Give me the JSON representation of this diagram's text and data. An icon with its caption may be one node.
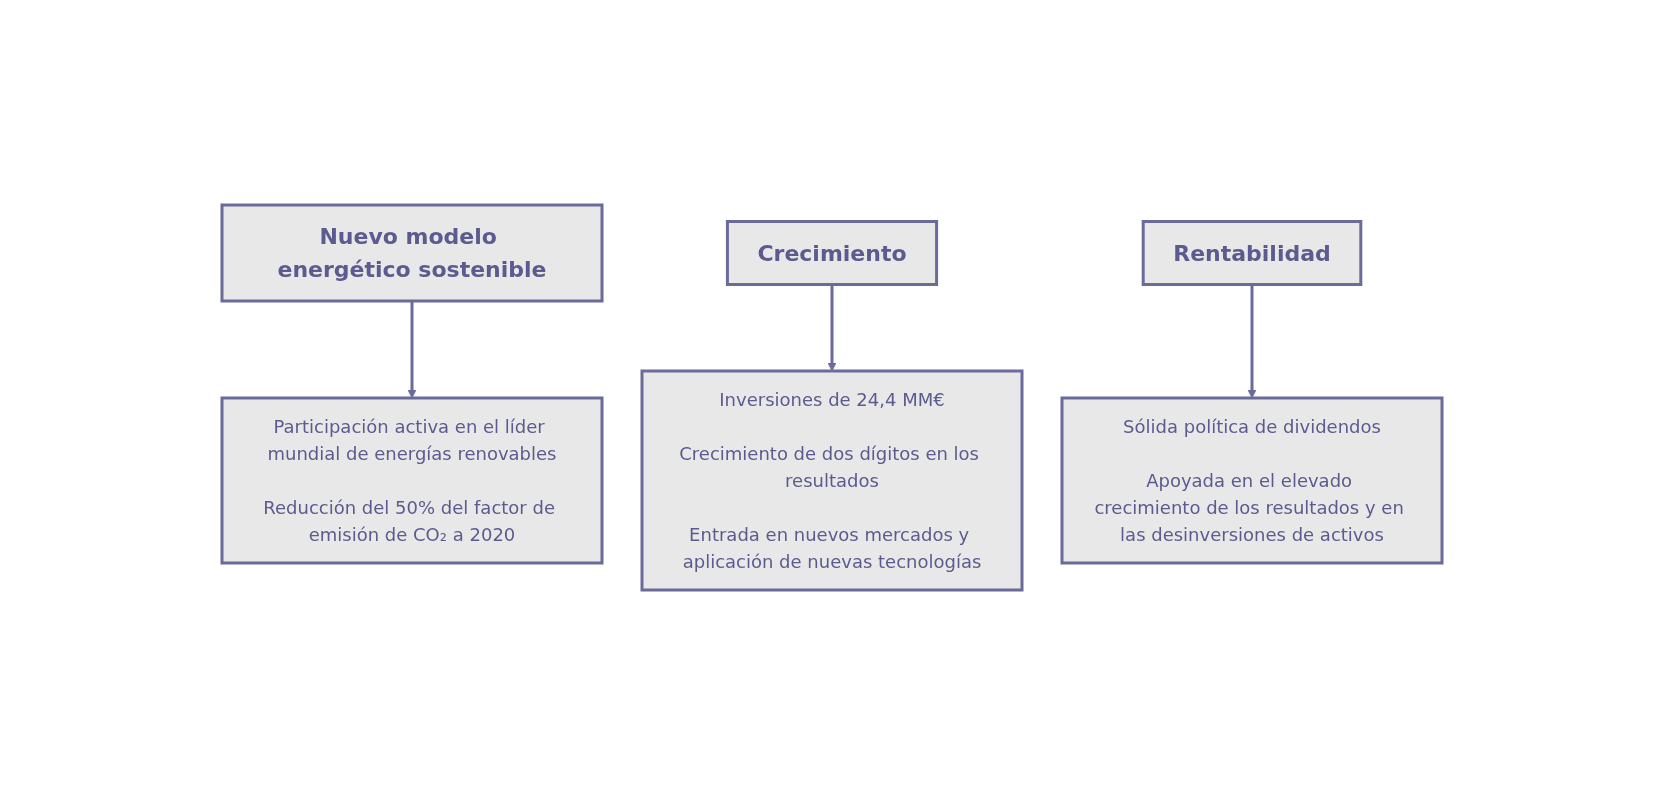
{
  "diagram": {
    "nodes": [
      {
        "text": [
          "Nuevo modelo energético sostenible"
        ]
      },
      {
        "text": [
          "Crecimiento"
        ]
      },
      {
        "text": [
          "Rentabilidad"
        ]
      },
      {
        "text": [
          "Participación activa en el líder mundial de energías renovables",
          "Reducción del 50% del factor de emisión de CO₂ a 2020"
        ]
      },
      {
        "text": [
          "Inversiones de 24,4 MM€",
          "Crecimiento de dos dígitos en los resultados",
          "Entrada en nuevos mercados y aplicación de nuevas tecnologías"
        ]
      },
      {
        "text": [
          "Sólida política de dividendos",
          "Apoyada en el elevado crecimiento de los resultados y en las desinversiones de activos"
        ]
      }
    ],
    "edges": [
      {
        "from": 0,
        "to": 3,
        "arrow": "to"
      },
      {
        "from": 1,
        "to": 4,
        "arrow": "to"
      },
      {
        "from": 2,
        "to": 5,
        "arrow": "to"
      }
    ]
  }
}
